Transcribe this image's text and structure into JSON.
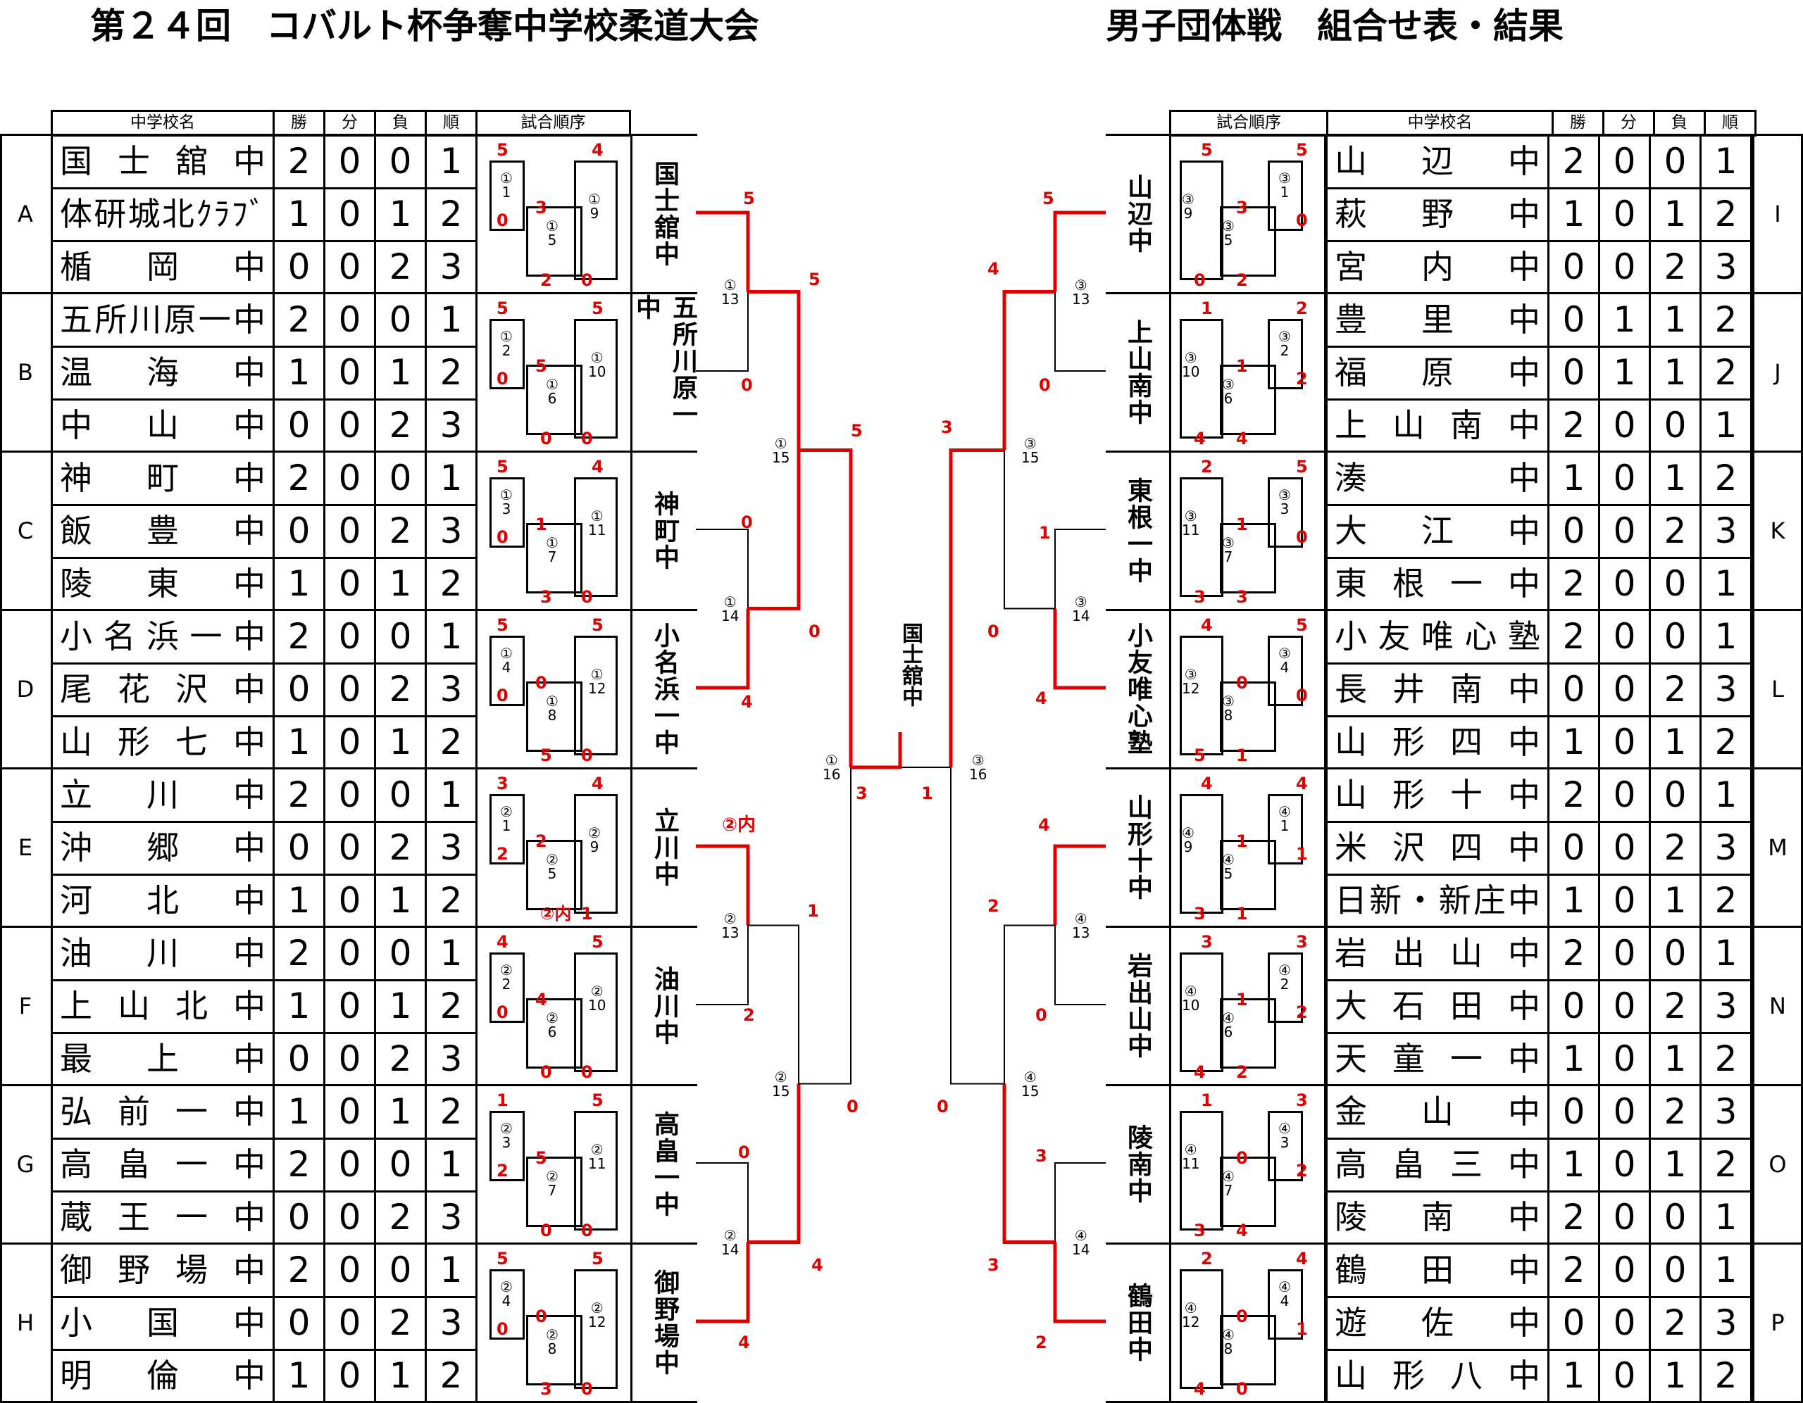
{
  "title_left": "第２４回　コバルト杯争奪中学校柔道大会",
  "title_right": "男子団体戦　組合せ表・結果",
  "headers": {
    "school": "中学校名",
    "win": "勝",
    "draw": "分",
    "loss": "負",
    "rank": "順",
    "order": "試合順序"
  },
  "left_groups": [
    {
      "label": "A",
      "winner": "国士舘中",
      "rows": [
        {
          "name": "国士舘中",
          "w": "2",
          "d": "0",
          "l": "0",
          "r": "1"
        },
        {
          "name": "体研城北ｸﾗﾌﾞ",
          "w": "1",
          "d": "0",
          "l": "1",
          "r": "2"
        },
        {
          "name": "楯岡中",
          "w": "0",
          "d": "0",
          "l": "2",
          "r": "3"
        }
      ],
      "matches": [
        "①\n1",
        "①\n5",
        "①\n9"
      ],
      "scores": [
        "5",
        "4",
        "0",
        "3",
        "2",
        "0"
      ]
    },
    {
      "label": "B",
      "winner": "五所川原一中",
      "rows": [
        {
          "name": "五所川原一中",
          "w": "2",
          "d": "0",
          "l": "0",
          "r": "1"
        },
        {
          "name": "温海中",
          "w": "1",
          "d": "0",
          "l": "1",
          "r": "2"
        },
        {
          "name": "中山中",
          "w": "0",
          "d": "0",
          "l": "2",
          "r": "3"
        }
      ],
      "matches": [
        "①\n2",
        "①\n6",
        "①\n10"
      ],
      "scores": [
        "5",
        "5",
        "0",
        "5",
        "0",
        "0"
      ]
    },
    {
      "label": "C",
      "winner": "神町中",
      "rows": [
        {
          "name": "神町中",
          "w": "2",
          "d": "0",
          "l": "0",
          "r": "1"
        },
        {
          "name": "飯豊中",
          "w": "0",
          "d": "0",
          "l": "2",
          "r": "3"
        },
        {
          "name": "陵東中",
          "w": "1",
          "d": "0",
          "l": "1",
          "r": "2"
        }
      ],
      "matches": [
        "①\n3",
        "①\n7",
        "①\n11"
      ],
      "scores": [
        "5",
        "4",
        "0",
        "1",
        "3",
        "0"
      ]
    },
    {
      "label": "D",
      "winner": "小名浜一中",
      "rows": [
        {
          "name": "小名浜一中",
          "w": "2",
          "d": "0",
          "l": "0",
          "r": "1"
        },
        {
          "name": "尾花沢中",
          "w": "0",
          "d": "0",
          "l": "2",
          "r": "3"
        },
        {
          "name": "山形七中",
          "w": "1",
          "d": "0",
          "l": "1",
          "r": "2"
        }
      ],
      "matches": [
        "①\n4",
        "①\n8",
        "①\n12"
      ],
      "scores": [
        "5",
        "5",
        "0",
        "0",
        "5",
        "0"
      ]
    },
    {
      "label": "E",
      "winner": "立川中",
      "rows": [
        {
          "name": "立川中",
          "w": "2",
          "d": "0",
          "l": "0",
          "r": "1"
        },
        {
          "name": "沖郷中",
          "w": "0",
          "d": "0",
          "l": "2",
          "r": "3"
        },
        {
          "name": "河北中",
          "w": "1",
          "d": "0",
          "l": "1",
          "r": "2"
        }
      ],
      "matches": [
        "②\n1",
        "②\n5",
        "②\n9"
      ],
      "scores": [
        "3",
        "4",
        "2",
        "2",
        "②内",
        "1"
      ]
    },
    {
      "label": "F",
      "winner": "油川中",
      "rows": [
        {
          "name": "油川中",
          "w": "2",
          "d": "0",
          "l": "0",
          "r": "1"
        },
        {
          "name": "上山北中",
          "w": "1",
          "d": "0",
          "l": "1",
          "r": "2"
        },
        {
          "name": "最上中",
          "w": "0",
          "d": "0",
          "l": "2",
          "r": "3"
        }
      ],
      "matches": [
        "②\n2",
        "②\n6",
        "②\n10"
      ],
      "scores": [
        "4",
        "5",
        "0",
        "4",
        "0",
        "0"
      ]
    },
    {
      "label": "G",
      "winner": "高畠一中",
      "rows": [
        {
          "name": "弘前一中",
          "w": "1",
          "d": "0",
          "l": "1",
          "r": "2"
        },
        {
          "name": "高畠一中",
          "w": "2",
          "d": "0",
          "l": "0",
          "r": "1"
        },
        {
          "name": "蔵王一中",
          "w": "0",
          "d": "0",
          "l": "2",
          "r": "3"
        }
      ],
      "matches": [
        "②\n3",
        "②\n7",
        "②\n11"
      ],
      "scores": [
        "1",
        "5",
        "2",
        "5",
        "0",
        "0"
      ]
    },
    {
      "label": "H",
      "winner": "御野場中",
      "rows": [
        {
          "name": "御野場中",
          "w": "2",
          "d": "0",
          "l": "0",
          "r": "1"
        },
        {
          "name": "小国中",
          "w": "0",
          "d": "0",
          "l": "2",
          "r": "3"
        },
        {
          "name": "明倫中",
          "w": "1",
          "d": "0",
          "l": "1",
          "r": "2"
        }
      ],
      "matches": [
        "②\n4",
        "②\n8",
        "②\n12"
      ],
      "scores": [
        "5",
        "5",
        "0",
        "0",
        "3",
        "0"
      ]
    }
  ],
  "right_groups": [
    {
      "label": "I",
      "winner": "山辺中",
      "rows": [
        {
          "name": "山辺中",
          "w": "2",
          "d": "0",
          "l": "0",
          "r": "1"
        },
        {
          "name": "萩野中",
          "w": "1",
          "d": "0",
          "l": "1",
          "r": "2"
        },
        {
          "name": "宮内中",
          "w": "0",
          "d": "0",
          "l": "2",
          "r": "3"
        }
      ],
      "matches": [
        "③\n1",
        "③\n5",
        "③\n9"
      ],
      "scores": [
        "5",
        "5",
        "0",
        "3",
        "2",
        "0"
      ]
    },
    {
      "label": "J",
      "winner": "上山南中",
      "rows": [
        {
          "name": "豊里中",
          "w": "0",
          "d": "1",
          "l": "1",
          "r": "2"
        },
        {
          "name": "福原中",
          "w": "0",
          "d": "1",
          "l": "1",
          "r": "2"
        },
        {
          "name": "上山南中",
          "w": "2",
          "d": "0",
          "l": "0",
          "r": "1"
        }
      ],
      "matches": [
        "③\n2",
        "③\n6",
        "③\n10"
      ],
      "scores": [
        "1",
        "2",
        "2",
        "1",
        "4",
        "4"
      ]
    },
    {
      "label": "K",
      "winner": "東根一中",
      "rows": [
        {
          "name": "湊中",
          "w": "1",
          "d": "0",
          "l": "1",
          "r": "2"
        },
        {
          "name": "大江中",
          "w": "0",
          "d": "0",
          "l": "2",
          "r": "3"
        },
        {
          "name": "東根一中",
          "w": "2",
          "d": "0",
          "l": "0",
          "r": "1"
        }
      ],
      "matches": [
        "③\n3",
        "③\n7",
        "③\n11"
      ],
      "scores": [
        "2",
        "5",
        "0",
        "1",
        "3",
        "3"
      ]
    },
    {
      "label": "L",
      "winner": "小友唯心塾",
      "rows": [
        {
          "name": "小友唯心塾",
          "w": "2",
          "d": "0",
          "l": "0",
          "r": "1"
        },
        {
          "name": "長井南中",
          "w": "0",
          "d": "0",
          "l": "2",
          "r": "3"
        },
        {
          "name": "山形四中",
          "w": "1",
          "d": "0",
          "l": "1",
          "r": "2"
        }
      ],
      "matches": [
        "③\n4",
        "③\n8",
        "③\n12"
      ],
      "scores": [
        "4",
        "5",
        "0",
        "0",
        "1",
        "5"
      ]
    },
    {
      "label": "M",
      "winner": "山形十中",
      "rows": [
        {
          "name": "山形十中",
          "w": "2",
          "d": "0",
          "l": "0",
          "r": "1"
        },
        {
          "name": "米沢四中",
          "w": "0",
          "d": "0",
          "l": "2",
          "r": "3"
        },
        {
          "name": "日新・新庄中",
          "w": "1",
          "d": "0",
          "l": "1",
          "r": "2"
        }
      ],
      "matches": [
        "④\n1",
        "④\n5",
        "④\n9"
      ],
      "scores": [
        "4",
        "4",
        "1",
        "1",
        "1",
        "3"
      ]
    },
    {
      "label": "N",
      "winner": "岩出山中",
      "rows": [
        {
          "name": "岩出山中",
          "w": "2",
          "d": "0",
          "l": "0",
          "r": "1"
        },
        {
          "name": "大石田中",
          "w": "0",
          "d": "0",
          "l": "2",
          "r": "3"
        },
        {
          "name": "天童一中",
          "w": "1",
          "d": "0",
          "l": "1",
          "r": "2"
        }
      ],
      "matches": [
        "④\n2",
        "④\n6",
        "④\n10"
      ],
      "scores": [
        "3",
        "3",
        "2",
        "1",
        "2",
        "4"
      ]
    },
    {
      "label": "O",
      "winner": "陵南中",
      "rows": [
        {
          "name": "金山中",
          "w": "0",
          "d": "0",
          "l": "2",
          "r": "3"
        },
        {
          "name": "高畠三中",
          "w": "1",
          "d": "0",
          "l": "1",
          "r": "2"
        },
        {
          "name": "陵南中",
          "w": "2",
          "d": "0",
          "l": "0",
          "r": "1"
        }
      ],
      "matches": [
        "④\n3",
        "④\n7",
        "④\n11"
      ],
      "scores": [
        "1",
        "3",
        "2",
        "0",
        "4",
        "3"
      ]
    },
    {
      "label": "P",
      "winner": "鶴田中",
      "rows": [
        {
          "name": "鶴田中",
          "w": "2",
          "d": "0",
          "l": "0",
          "r": "1"
        },
        {
          "name": "遊佐中",
          "w": "0",
          "d": "0",
          "l": "2",
          "r": "3"
        },
        {
          "name": "山形八中",
          "w": "1",
          "d": "0",
          "l": "1",
          "r": "2"
        }
      ],
      "matches": [
        "④\n4",
        "④\n8",
        "④\n12"
      ],
      "scores": [
        "2",
        "4",
        "1",
        "0",
        "0",
        "4"
      ]
    }
  ],
  "bracket_left_matches": [
    "①\n13",
    "①\n14",
    "①\n15",
    "①\n16",
    "②\n13",
    "②\n14",
    "②\n15"
  ],
  "bracket_right_matches": [
    "③\n13",
    "③\n14",
    "③\n15",
    "③\n16",
    "④\n13",
    "④\n14",
    "④\n15"
  ],
  "bracket_left_scores": [
    "5",
    "0",
    "0",
    "4",
    "5",
    "0",
    "5",
    "②内",
    "1",
    "2",
    "0",
    "4",
    "0",
    "4",
    "3"
  ],
  "bracket_right_scores": [
    "5",
    "0",
    "1",
    "4",
    "4",
    "0",
    "3",
    "4",
    "2",
    "0",
    "3",
    "2",
    "3",
    "0",
    "1"
  ],
  "champion": "国士舘中",
  "colors": {
    "win": "#e00000",
    "line": "#000000"
  }
}
